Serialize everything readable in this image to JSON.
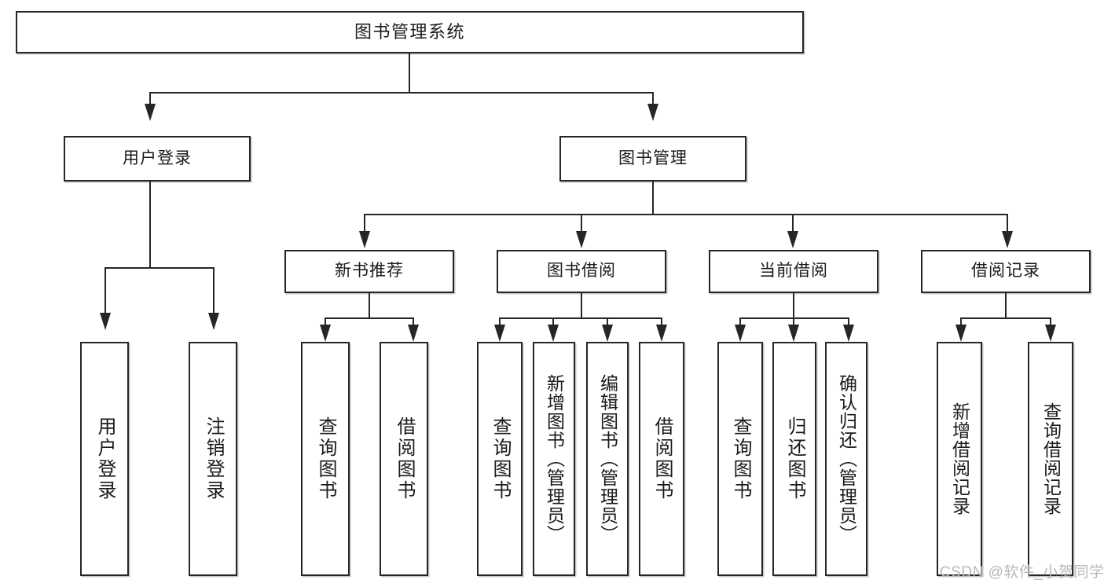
{
  "diagram": {
    "title": "图书管理系统",
    "type": "tree",
    "watermark": "CSDN @软件_小贺同学",
    "colors": {
      "stroke": "#262626",
      "fill": "#ffffff",
      "text": "#1a1a1a",
      "watermark": "#b9b9b9"
    },
    "levels": {
      "root": "图书管理系统",
      "level2": [
        "用户登录",
        "图书管理"
      ],
      "level3": [
        "新书推荐",
        "图书借阅",
        "当前借阅",
        "借阅记录"
      ]
    },
    "nodes": {
      "root": {
        "label": "图书管理系统"
      },
      "user_login": {
        "label": "用户登录"
      },
      "book_manage": {
        "label": "图书管理"
      },
      "new_book_rec": {
        "label": "新书推荐"
      },
      "book_borrow": {
        "label": "图书借阅"
      },
      "current_borrow": {
        "label": "当前借阅"
      },
      "borrow_record": {
        "label": "借阅记录"
      },
      "leaf_user_login": {
        "label": "用户登录"
      },
      "leaf_user_logout": {
        "label": "注销登录"
      },
      "leaf_query_book_1": {
        "label": "查询图书"
      },
      "leaf_borrow_book_1": {
        "label": "借阅图书"
      },
      "leaf_query_book_2": {
        "label": "查询图书"
      },
      "leaf_add_book": {
        "label": "新增图书（管理员）"
      },
      "leaf_edit_book": {
        "label": "编辑图书（管理员）"
      },
      "leaf_borrow_book_2": {
        "label": "借阅图书"
      },
      "leaf_query_book_3": {
        "label": "查询图书"
      },
      "leaf_return_book": {
        "label": "归还图书"
      },
      "leaf_confirm_return": {
        "label": "确认归还（管理员）"
      },
      "leaf_add_record": {
        "label": "新增借阅记录"
      },
      "leaf_query_record": {
        "label": "查询借阅记录"
      }
    }
  }
}
